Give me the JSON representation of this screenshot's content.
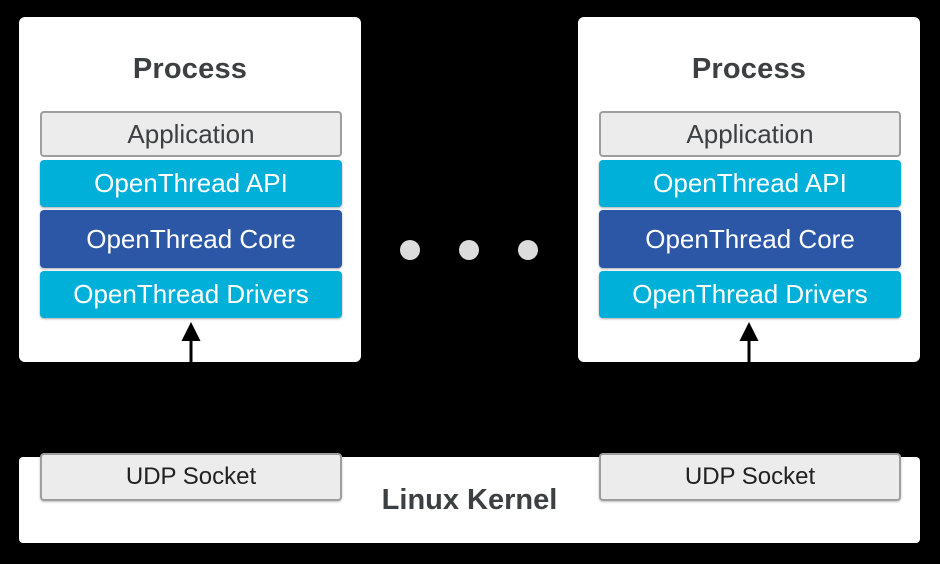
{
  "colors": {
    "background": "#000000",
    "card-bg": "#ffffff",
    "cyan": "#00b0d8",
    "core-blue": "#2b57a6",
    "box-gray": "#ececec",
    "box-border": "#9e9e9e",
    "text-dark": "#3c4043",
    "text-black": "#212121",
    "dot-gray": "#dcdcdc",
    "arrow": "#000000"
  },
  "processes": [
    {
      "title": "Process",
      "layers": [
        {
          "label": "Application"
        },
        {
          "label": "OpenThread API"
        },
        {
          "label": "OpenThread Core"
        },
        {
          "label": "OpenThread Drivers"
        }
      ]
    },
    {
      "title": "Process",
      "layers": [
        {
          "label": "Application"
        },
        {
          "label": "OpenThread API"
        },
        {
          "label": "OpenThread Core"
        },
        {
          "label": "OpenThread Drivers"
        }
      ]
    }
  ],
  "separator": {
    "dot_count": 3
  },
  "kernel": {
    "label": "Linux Kernel",
    "sockets": [
      "UDP Socket",
      "UDP Socket"
    ]
  }
}
